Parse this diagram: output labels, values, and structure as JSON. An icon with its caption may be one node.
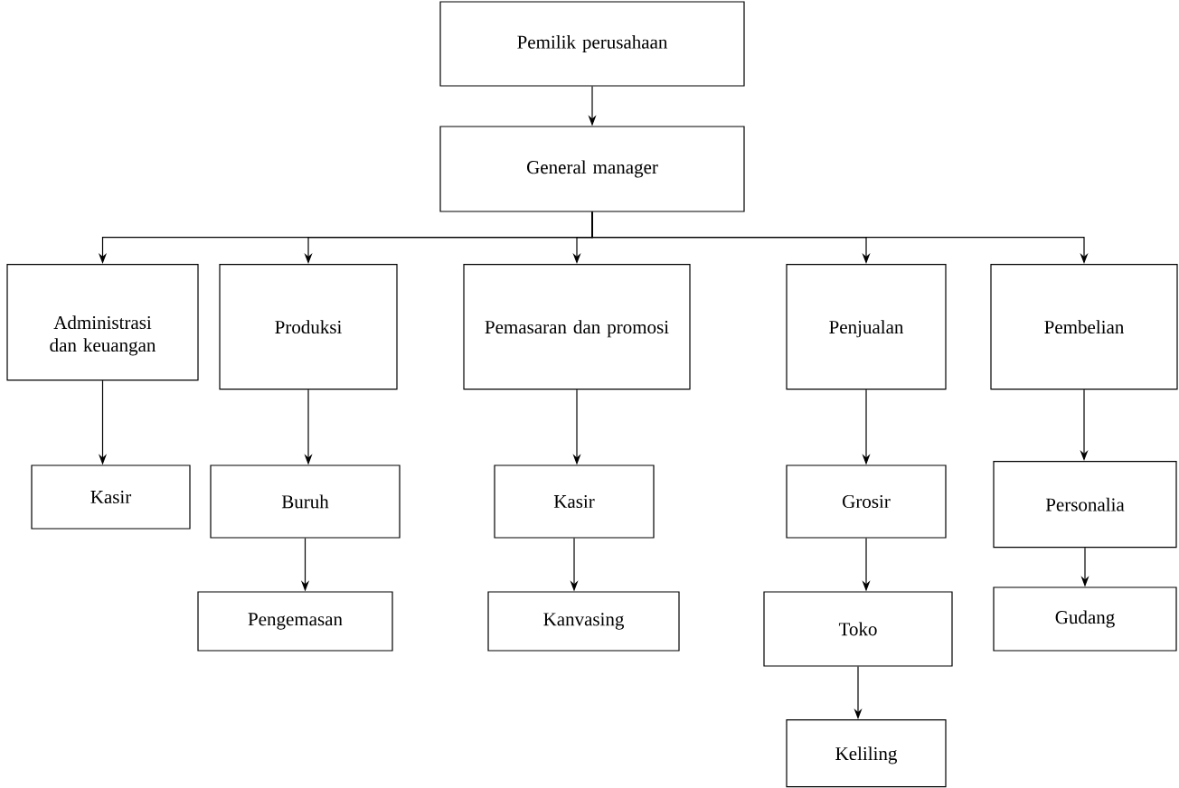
{
  "diagram": {
    "nodes": [
      {
        "text": [
          "Pemilik perusahaan"
        ]
      },
      {
        "text": [
          "General manager"
        ]
      },
      {
        "text": [
          "Administrasi dan keuangan"
        ]
      },
      {
        "text": [
          "Produksi"
        ]
      },
      {
        "text": [
          "Pemasaran dan promosi"
        ]
      },
      {
        "text": [
          "Penjualan"
        ]
      },
      {
        "text": [
          "Pembelian"
        ]
      },
      {
        "text": [
          "Kasir"
        ]
      },
      {
        "text": [
          "Buruh"
        ]
      },
      {
        "text": [
          "Pengemasan"
        ]
      },
      {
        "text": [
          "Kasir"
        ]
      },
      {
        "text": [
          "Kanvasing"
        ]
      },
      {
        "text": [
          "Grosir"
        ]
      },
      {
        "text": [
          "Toko"
        ]
      },
      {
        "text": [
          "Keliling"
        ]
      },
      {
        "text": [
          "Personalia"
        ]
      },
      {
        "text": [
          "Gudang"
        ]
      }
    ],
    "edges": [
      {
        "from": 0,
        "to": 1,
        "arrow": "to"
      },
      {
        "from": 1,
        "to": 2,
        "arrow": "to"
      },
      {
        "from": 1,
        "to": 3,
        "arrow": "to"
      },
      {
        "from": 1,
        "to": 4,
        "arrow": "to"
      },
      {
        "from": 1,
        "to": 5,
        "arrow": "to"
      },
      {
        "from": 1,
        "to": 6,
        "arrow": "to"
      },
      {
        "from": 2,
        "to": 7,
        "arrow": "to"
      },
      {
        "from": 3,
        "to": 8,
        "arrow": "to"
      },
      {
        "from": 8,
        "to": 9,
        "arrow": "to"
      },
      {
        "from": 4,
        "to": 10,
        "arrow": "to"
      },
      {
        "from": 10,
        "to": 11,
        "arrow": "to"
      },
      {
        "from": 5,
        "to": 12,
        "arrow": "to"
      },
      {
        "from": 12,
        "to": 13,
        "arrow": "to"
      },
      {
        "from": 13,
        "to": 14,
        "arrow": "to"
      },
      {
        "from": 6,
        "to": 15,
        "arrow": "to"
      },
      {
        "from": 15,
        "to": 16,
        "arrow": "to"
      }
    ]
  }
}
